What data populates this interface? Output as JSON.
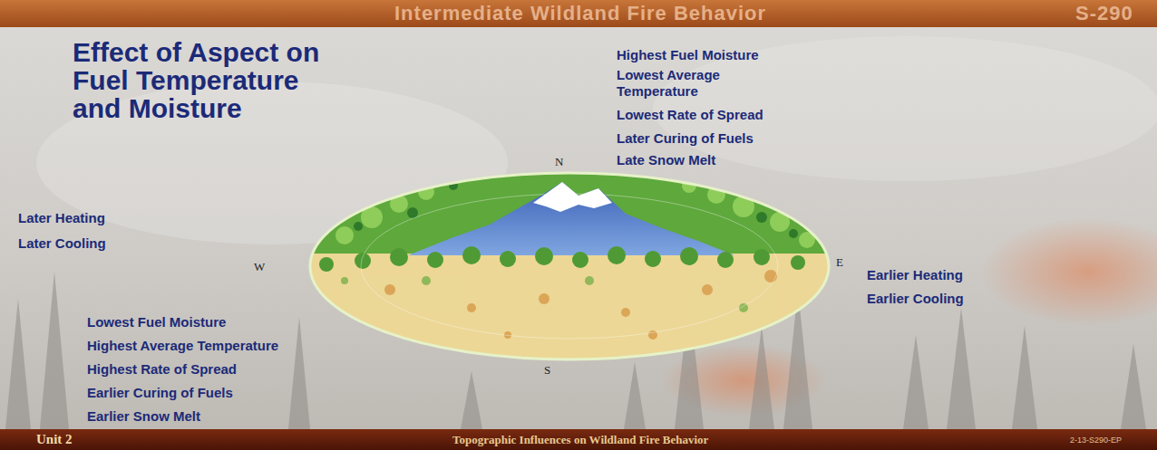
{
  "diagram": {
    "title": "Effect of Aspect on Fuel Temperature and Moisture",
    "labels": [
      "Intermediate Wildland Fire Behavior",
      "S-290",
      "Highest Fuel Moisture",
      "Lowest Average Temperature",
      "Lowest Rate of Spread",
      "Later Curing of Fuels",
      "Late Snow Melt",
      "N",
      "Later Heating",
      "Later Cooling",
      "W",
      "E",
      "Earlier Heating",
      "Earlier Cooling",
      "Lowest Fuel Moisture",
      "Highest Average Temperature",
      "Highest Rate of Spread",
      "Earlier Curing of Fuels",
      "Earlier Snow Melt",
      "S",
      "Unit 2",
      "Topographic Influences on Wildland Fire Behavior",
      "2-13-S290-EP"
    ]
  }
}
